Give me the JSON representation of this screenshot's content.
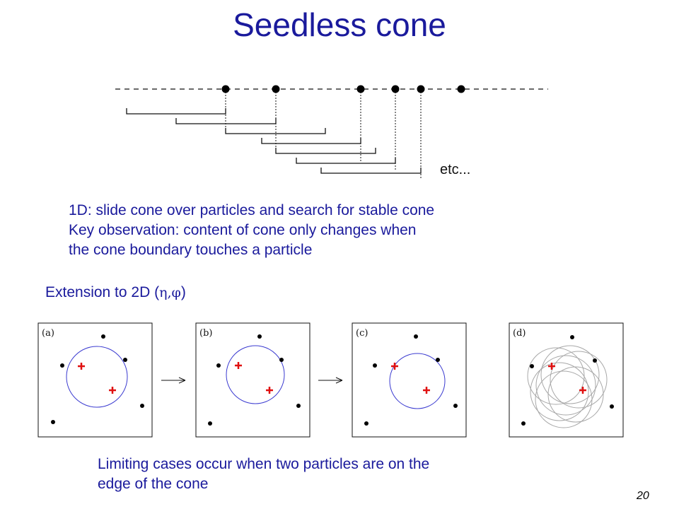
{
  "title": "Seedless cone",
  "oned": {
    "etc_label": "etc...",
    "lines": [
      "1D: slide cone over particles and search for stable cone",
      "Key observation: content of cone only changes when",
      "the cone boundary touches a particle"
    ]
  },
  "extension": {
    "prefix": "Extension to 2D (",
    "symbols": "η,φ",
    "suffix": ")"
  },
  "panels": [
    {
      "label": "(a)"
    },
    {
      "label": "(b)"
    },
    {
      "label": "(c)"
    },
    {
      "label": "(d)"
    }
  ],
  "limiting": {
    "lines": [
      "Limiting cases occur when two particles are on the",
      "edge of the cone"
    ]
  },
  "page_number": "20",
  "colors": {
    "title": "#1a1a9c",
    "cone_circle": "#3a3ad0",
    "cross": "#e01010",
    "grey_circle": "#a8a8a8"
  }
}
